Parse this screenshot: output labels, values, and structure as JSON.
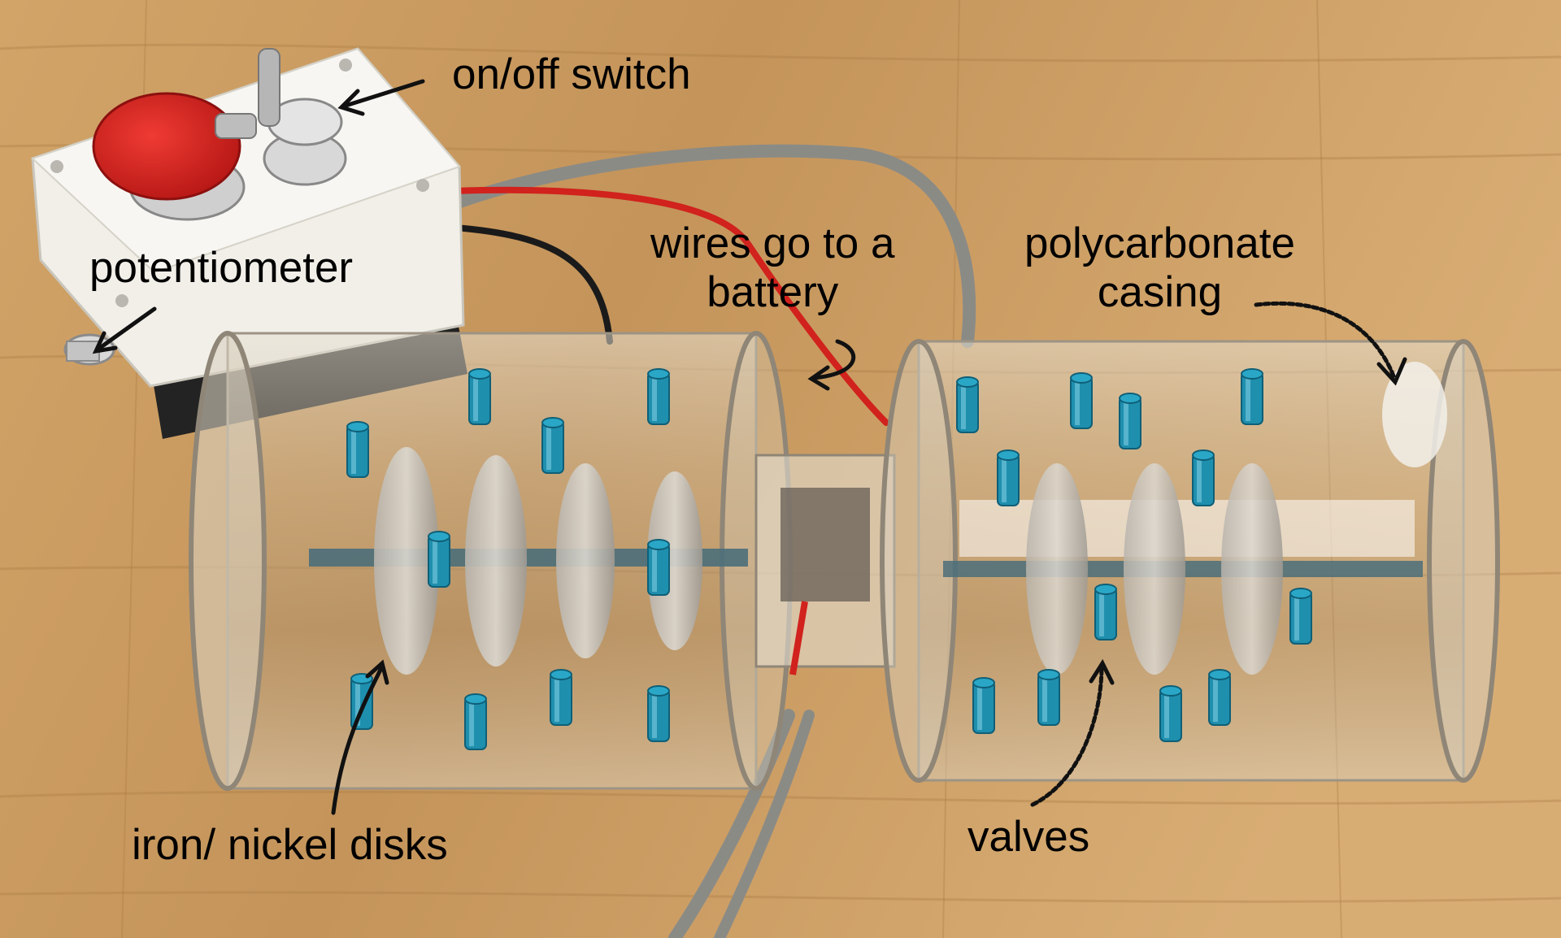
{
  "annotations": {
    "on_off_switch": "on/off switch",
    "potentiometer": "potentiometer",
    "wires": [
      "wires go to a",
      "battery"
    ],
    "casing": [
      "polycarbonate",
      "casing"
    ],
    "disks": "iron/ nickel disks",
    "valves": "valves"
  },
  "colors": {
    "wood": "#c99a5e",
    "switch_box": "#f1efe8",
    "stop_button": "#d81d1c",
    "valve": "#1f8fae",
    "wire_red": "#d1221d",
    "wire_gray": "#8b8b86",
    "wire_black": "#1a1a1a",
    "text": "#000000"
  }
}
